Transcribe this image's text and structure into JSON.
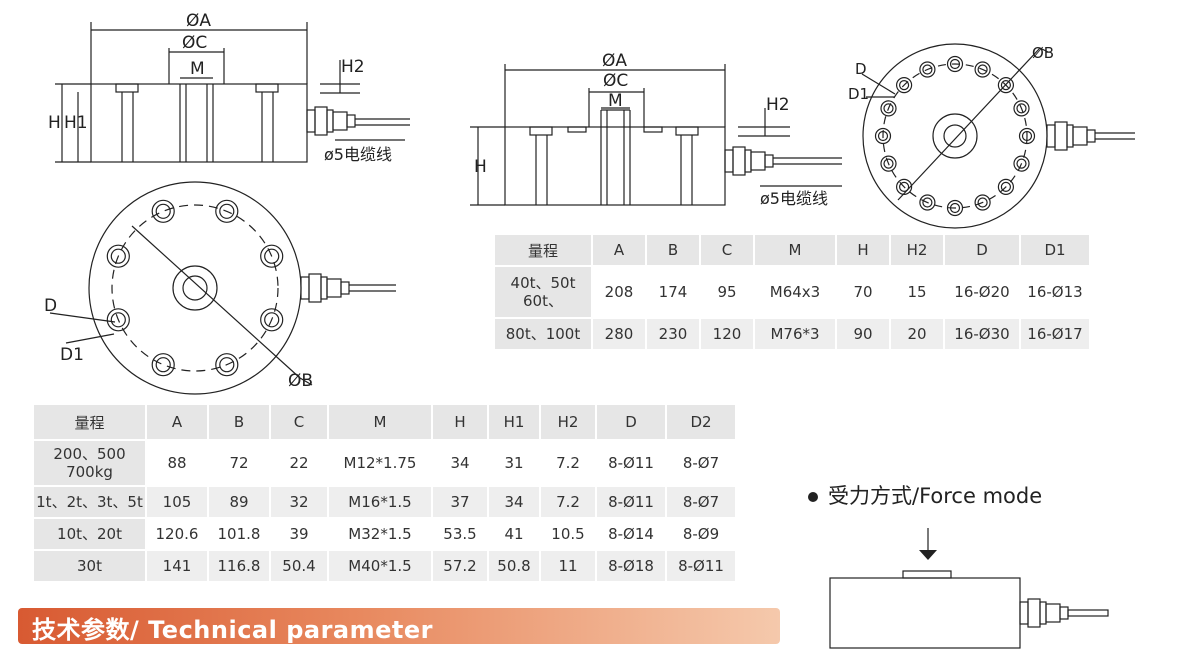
{
  "drawing_labels": {
    "dim_A": "ØA",
    "dim_C": "ØC",
    "dim_M": "M",
    "dim_H": "H",
    "dim_H1": "H1",
    "dim_H2": "H2",
    "dim_B": "ØB",
    "dim_D": "D",
    "dim_D1": "D1",
    "cable": "ø5电缆线"
  },
  "table_small": {
    "headers": [
      "量程",
      "A",
      "B",
      "C",
      "M",
      "H",
      "H1",
      "H2",
      "D",
      "D2"
    ],
    "rows": [
      [
        "200、500\n700kg",
        "88",
        "72",
        "22",
        "M12*1.75",
        "34",
        "31",
        "7.2",
        "8-Ø11",
        "8-Ø7"
      ],
      [
        "1t、2t、3t、5t",
        "105",
        "89",
        "32",
        "M16*1.5",
        "37",
        "34",
        "7.2",
        "8-Ø11",
        "8-Ø7"
      ],
      [
        "10t、20t",
        "120.6",
        "101.8",
        "39",
        "M32*1.5",
        "53.5",
        "41",
        "10.5",
        "8-Ø14",
        "8-Ø9"
      ],
      [
        "30t",
        "141",
        "116.8",
        "50.4",
        "M40*1.5",
        "57.2",
        "50.8",
        "11",
        "8-Ø18",
        "8-Ø11"
      ]
    ]
  },
  "table_large": {
    "headers": [
      "量程",
      "A",
      "B",
      "C",
      "M",
      "H",
      "H2",
      "D",
      "D1"
    ],
    "rows": [
      [
        "40t、50t\n60t、",
        "208",
        "174",
        "95",
        "M64x3",
        "70",
        "15",
        "16-Ø20",
        "16-Ø13"
      ],
      [
        "80t、100t",
        "280",
        "230",
        "120",
        "M76*3",
        "90",
        "20",
        "16-Ø30",
        "16-Ø17"
      ]
    ]
  },
  "force_mode_label": "受力方式/Force mode",
  "banner_title": "技术参数/ Technical parameter"
}
